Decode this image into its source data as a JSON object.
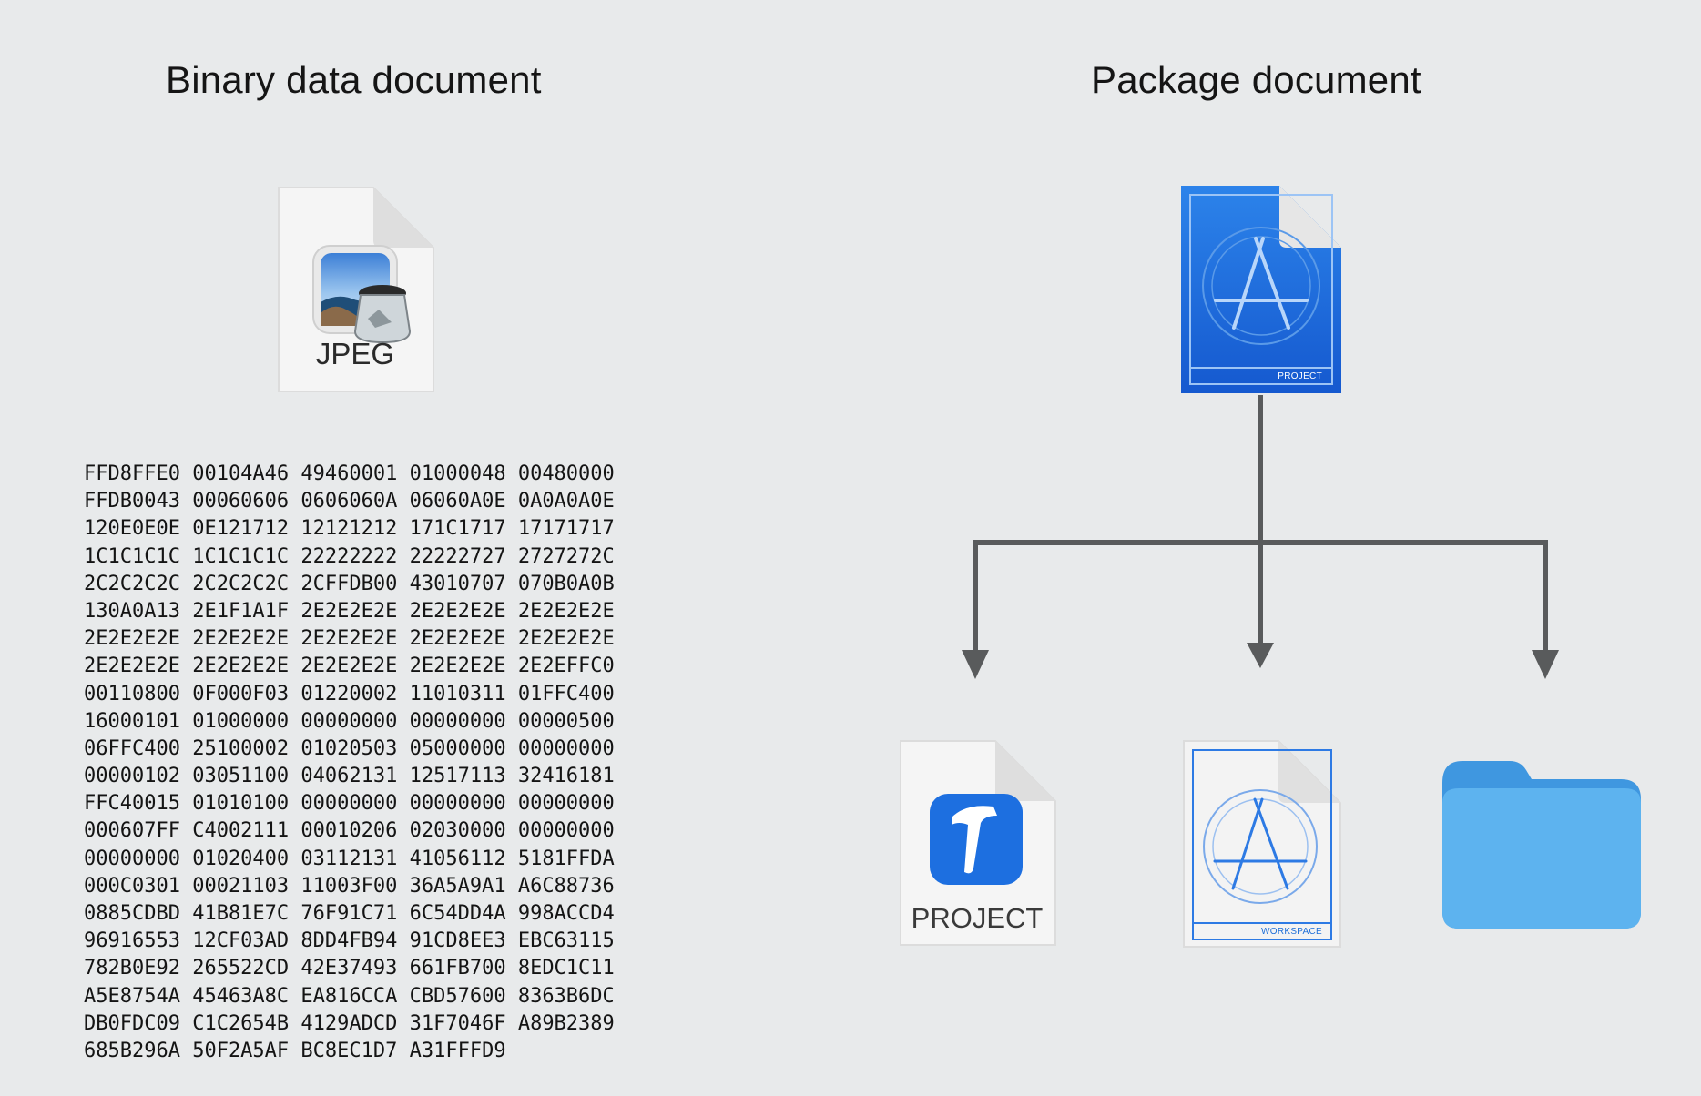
{
  "left_title": "Binary data document",
  "right_title": "Package document",
  "jpeg_icon": {
    "icon": "jpeg-document-icon",
    "label": "JPEG"
  },
  "package_icon": {
    "icon": "xcode-project-package-icon",
    "label": "PROJECT"
  },
  "children": [
    {
      "icon": "xcode-project-file-icon",
      "label": "PROJECT"
    },
    {
      "icon": "xcode-workspace-icon",
      "label": "WORKSPACE"
    },
    {
      "icon": "folder-icon",
      "label": ""
    }
  ],
  "hex_rows": [
    "FFD8FFE0 00104A46 49460001 01000048 00480000",
    "FFDB0043 00060606 0606060A 06060A0E 0A0A0A0E",
    "120E0E0E 0E121712 12121212 171C1717 17171717",
    "1C1C1C1C 1C1C1C1C 22222222 22222727 2727272C",
    "2C2C2C2C 2C2C2C2C 2CFFDB00 43010707 070B0A0B",
    "130A0A13 2E1F1A1F 2E2E2E2E 2E2E2E2E 2E2E2E2E",
    "2E2E2E2E 2E2E2E2E 2E2E2E2E 2E2E2E2E 2E2E2E2E",
    "2E2E2E2E 2E2E2E2E 2E2E2E2E 2E2E2E2E 2E2EFFC0",
    "00110800 0F000F03 01220002 11010311 01FFC400",
    "16000101 01000000 00000000 00000000 00000500",
    "06FFC400 25100002 01020503 05000000 00000000",
    "00000102 03051100 04062131 12517113 32416181",
    "FFC40015 01010100 00000000 00000000 00000000",
    "000607FF C4002111 00010206 02030000 00000000",
    "00000000 01020400 03112131 41056112 5181FFDA",
    "000C0301 00021103 11003F00 36A5A9A1 A6C88736",
    "0885CDBD 41B81E7C 76F91C71 6C54DD4A 998ACCD4",
    "96916553 12CF03AD 8DD4FB94 91CD8EE3 EBC63115",
    "782B0E92 265522CD 42E37493 661FB700 8EDC1C11",
    "A5E8754A 45463A8C EA816CCA CBD57600 8363B6DC",
    "DB0FDC09 C1C2654B 4129ADCD 31F7046F A89B2389",
    "685B296A 50F2A5AF BC8EC1D7 A31FFFD9"
  ],
  "colors": {
    "background": "#e8eaeb",
    "arrow": "#595b5c",
    "xcode_blue": "#1d6fe0",
    "folder_blue": "#5db3ef"
  }
}
